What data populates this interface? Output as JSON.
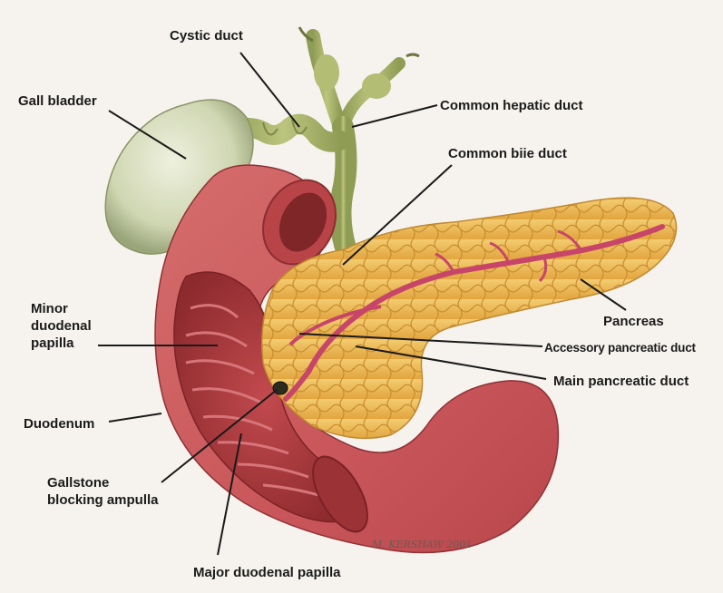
{
  "figure": {
    "labels": {
      "cystic_duct": "Cystic duct",
      "gall_bladder": "Gall bladder",
      "common_hepatic_duct": "Common hepatic duct",
      "common_bile_duct": "Common biie duct",
      "minor_papilla_line1": "Minor",
      "minor_papilla_line2": "duodenal",
      "minor_papilla_line3": "papilla",
      "pancreas": "Pancreas",
      "accessory_pancreatic_duct": "Accessory pancreatic duct",
      "main_pancreatic_duct": "Main pancreatic duct",
      "duodenum": "Duodenum",
      "gallstone_line1": "Gallstone",
      "gallstone_line2": "blocking ampulla",
      "major_papilla": "Major duodenal papilla"
    },
    "artist_signature": "M. KERSHAW 2001",
    "colors": {
      "background": "#f6f3ee",
      "duodenum": "#c9565a",
      "duodenum_inner": "#a83236",
      "pancreas": "#ebb64c",
      "pancreatic_duct": "#c8456a",
      "gall_bladder": "#d9dfc4",
      "bile_duct": "#a8b46a",
      "leader_line": "#1a1a1a"
    }
  }
}
